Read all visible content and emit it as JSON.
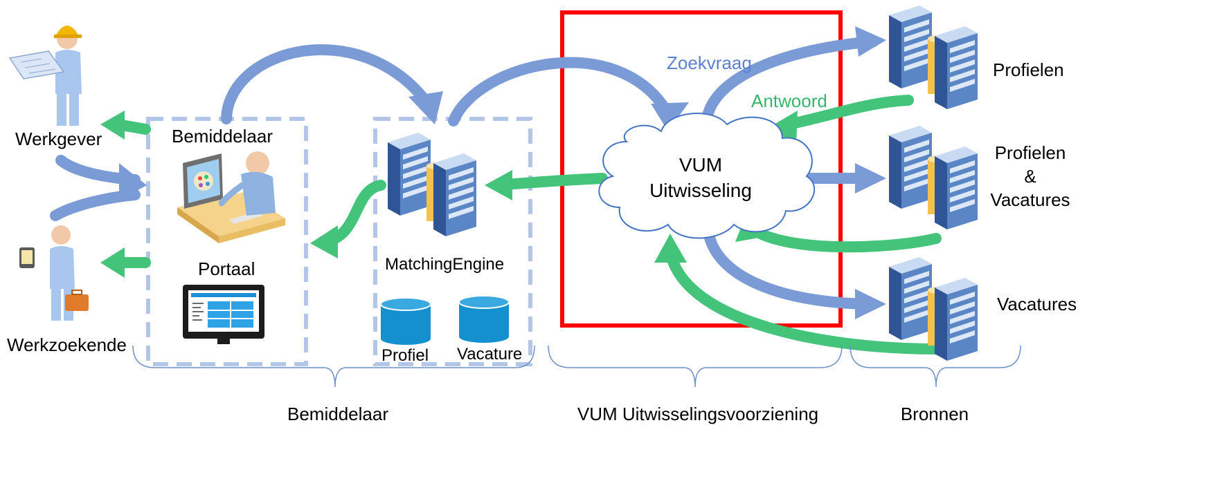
{
  "colors": {
    "blue_arrow": "#7b9bd6",
    "green_arrow": "#44c47a",
    "dashed_box": "#b4c6e7",
    "red_box": "#ff0000",
    "brace": "#6f8fc9",
    "server_dark": "#2f5597",
    "server_light": "#7fa6da",
    "db_blue": "#1490cf",
    "zoekvraag_text": "#5b7fd1",
    "antwoord_text": "#33b76a"
  },
  "actors": {
    "werkgever": "Werkgever",
    "werkzoekende": "Werkzoekende"
  },
  "bemiddelaar_box": {
    "title": "Bemiddelaar",
    "portaal": "Portaal"
  },
  "matching_box": {
    "title": "MatchingEngine",
    "db_profiel": "Profiel",
    "db_vacature": "Vacature"
  },
  "exchange": {
    "cloud_line1": "VUM",
    "cloud_line2": "Uitwisseling",
    "zoekvraag": "Zoekvraag",
    "antwoord": "Antwoord"
  },
  "sources": {
    "profielen": "Profielen",
    "pv_line1": "Profielen",
    "pv_line2": "&",
    "pv_line3": "Vacatures",
    "vacatures": "Vacatures"
  },
  "sections": {
    "bemiddelaar": "Bemiddelaar",
    "vum": "VUM Uitwisselingsvoorziening",
    "bronnen": "Bronnen"
  }
}
